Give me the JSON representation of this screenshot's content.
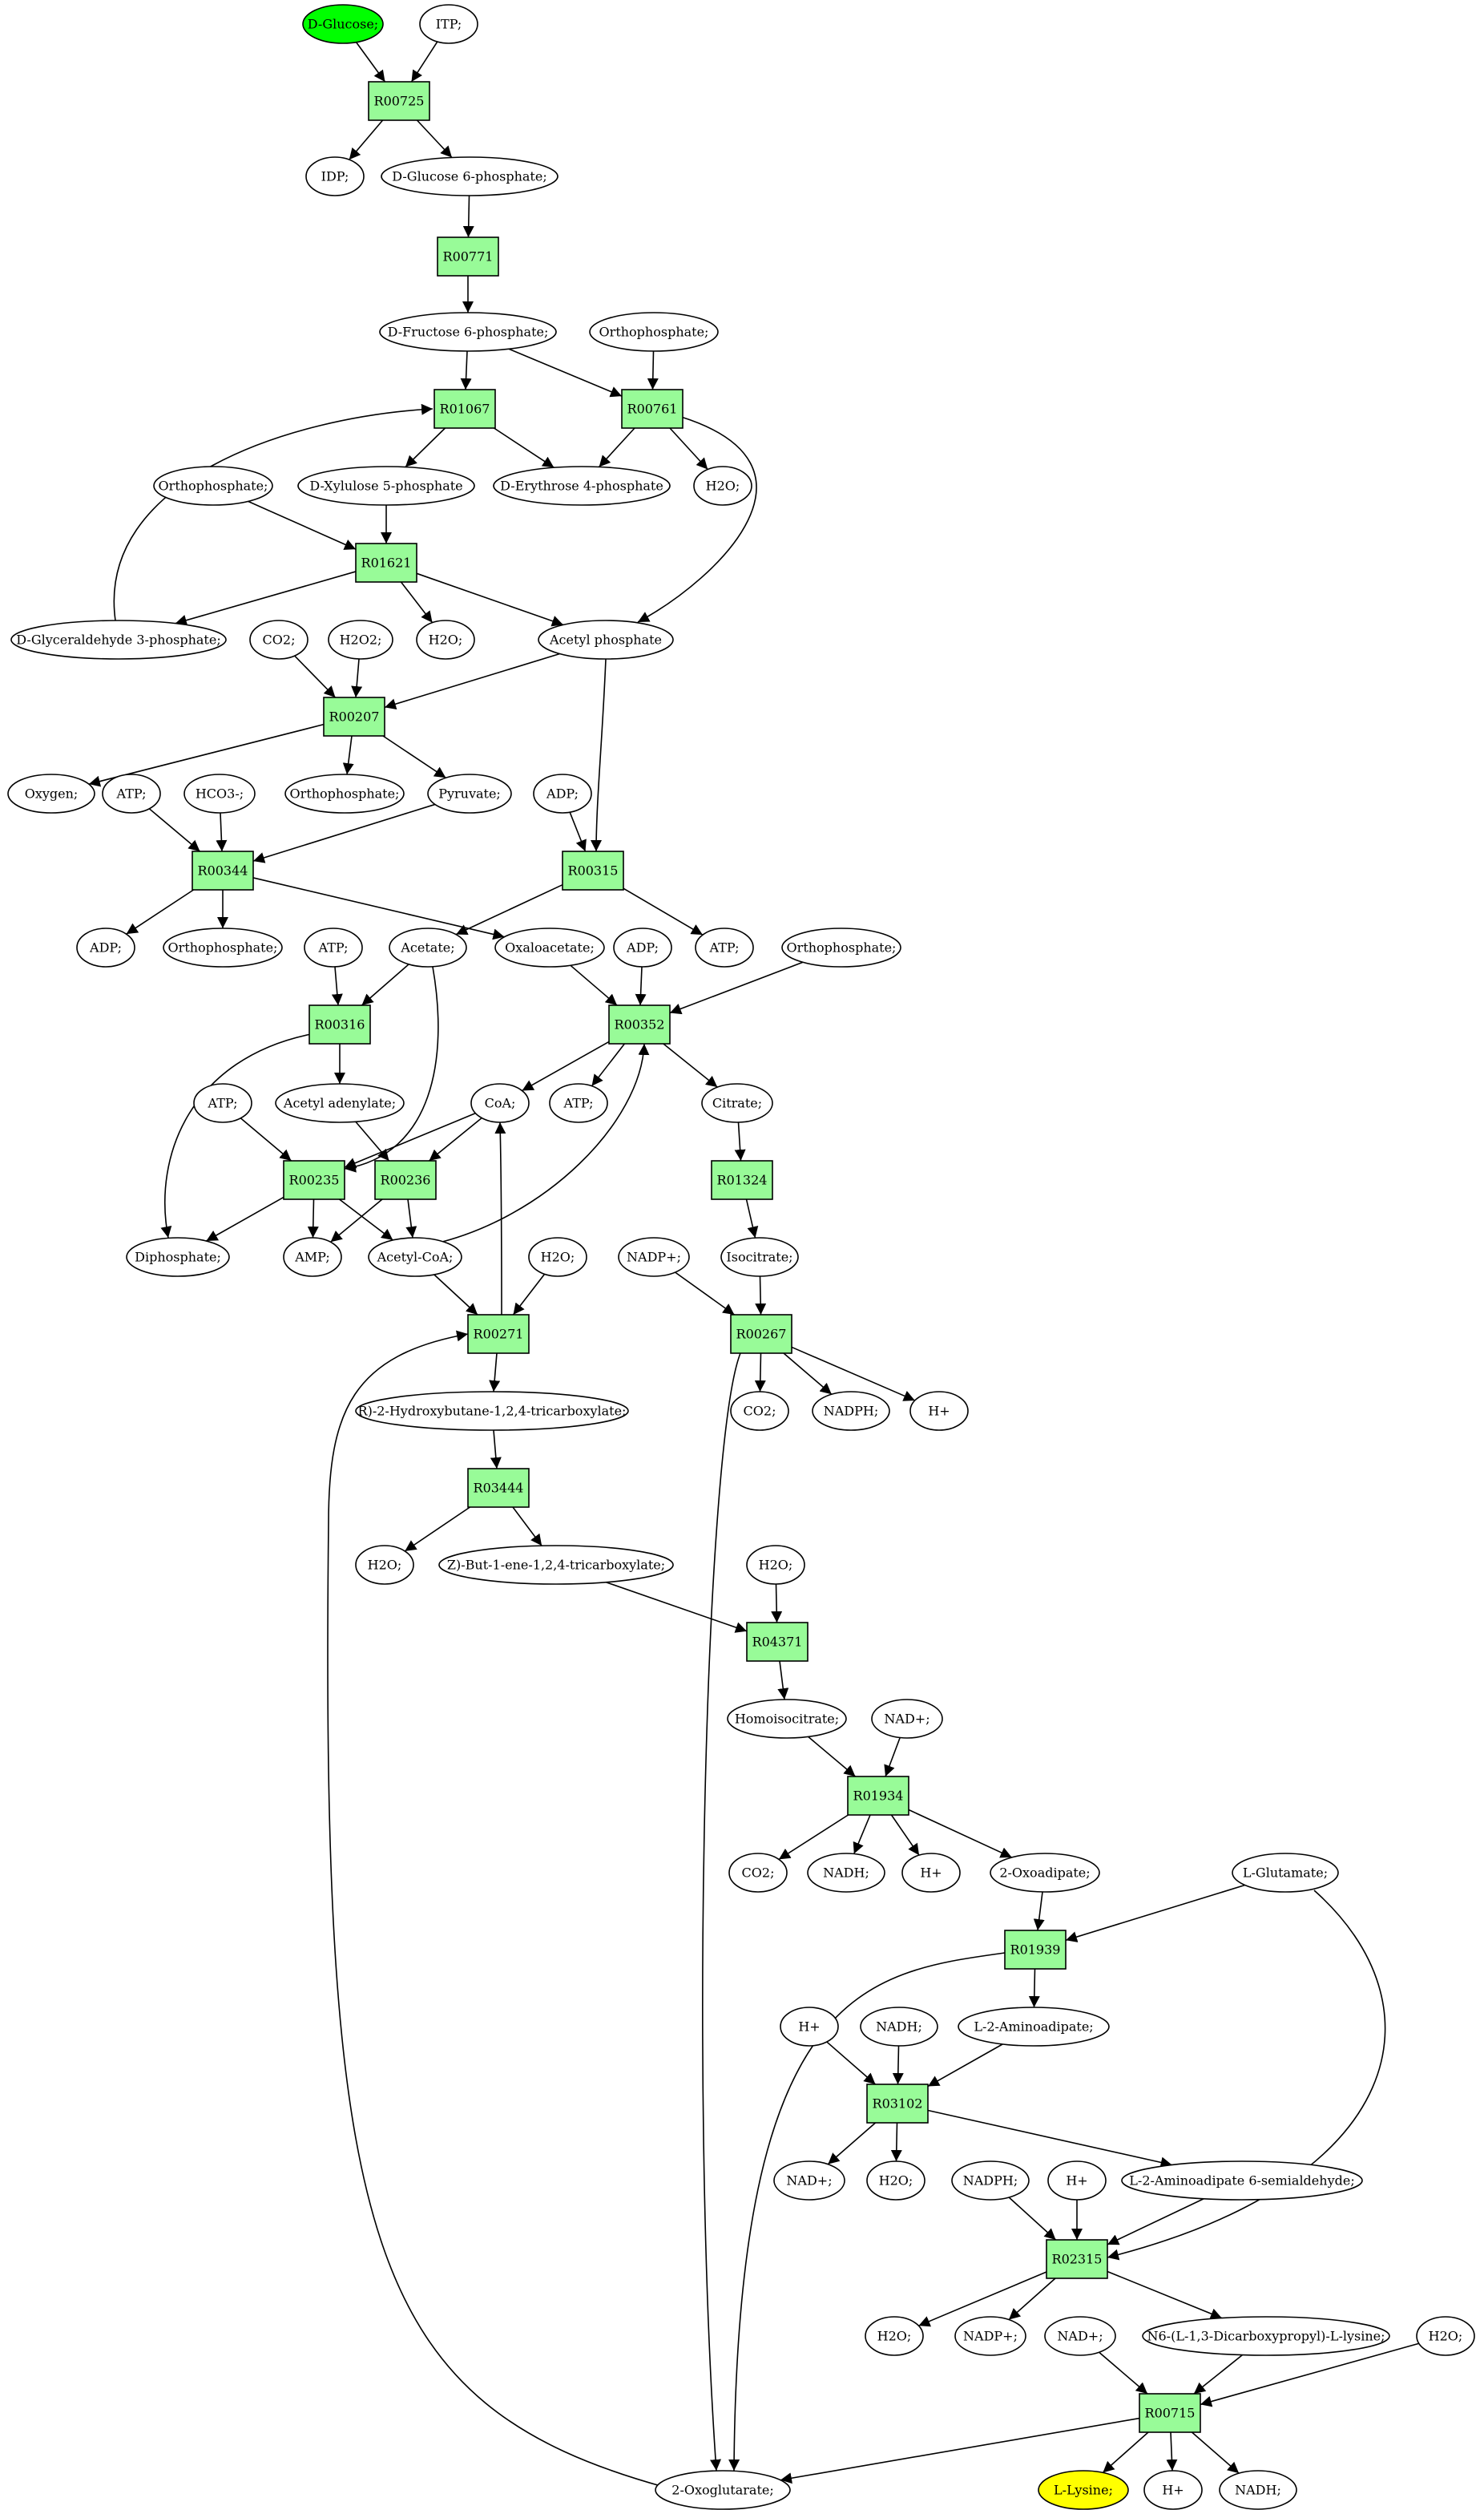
{
  "colors": {
    "reaction_fill": "#98FB98",
    "start_fill": "#00FF00",
    "end_fill": "#FFFF00",
    "node_stroke": "#000000",
    "edge": "#000000",
    "background": "#FFFFFF"
  },
  "nodes": [
    {
      "id": "m1",
      "label": "D-Glucose;",
      "kind": "start"
    },
    {
      "id": "m2",
      "label": "ITP;"
    },
    {
      "id": "r1",
      "label": "R00725",
      "kind": "reaction"
    },
    {
      "id": "m3",
      "label": "IDP;"
    },
    {
      "id": "m4",
      "label": "D-Glucose 6-phosphate;"
    },
    {
      "id": "r2",
      "label": "R00771",
      "kind": "reaction"
    },
    {
      "id": "m5",
      "label": "D-Fructose 6-phosphate;"
    },
    {
      "id": "m6",
      "label": "Orthophosphate;"
    },
    {
      "id": "r3",
      "label": "R01067",
      "kind": "reaction"
    },
    {
      "id": "r4",
      "label": "R00761",
      "kind": "reaction"
    },
    {
      "id": "m7",
      "label": "Orthophosphate;"
    },
    {
      "id": "m8",
      "label": "D-Xylulose 5-phosphate"
    },
    {
      "id": "m9",
      "label": "D-Erythrose 4-phosphate"
    },
    {
      "id": "m10",
      "label": "H2O;"
    },
    {
      "id": "r5",
      "label": "R01621",
      "kind": "reaction"
    },
    {
      "id": "m11",
      "label": "D-Glyceraldehyde 3-phosphate;"
    },
    {
      "id": "m12",
      "label": "CO2;"
    },
    {
      "id": "m13",
      "label": "H2O2;"
    },
    {
      "id": "m14",
      "label": "H2O;"
    },
    {
      "id": "m15",
      "label": "Acetyl phosphate"
    },
    {
      "id": "r6",
      "label": "R00207",
      "kind": "reaction"
    },
    {
      "id": "m16",
      "label": "Oxygen;"
    },
    {
      "id": "m17",
      "label": "ATP;"
    },
    {
      "id": "m18",
      "label": "HCO3-;"
    },
    {
      "id": "m19",
      "label": "Orthophosphate;"
    },
    {
      "id": "m20",
      "label": "Pyruvate;"
    },
    {
      "id": "m21",
      "label": "ADP;"
    },
    {
      "id": "r7",
      "label": "R00344",
      "kind": "reaction"
    },
    {
      "id": "r8",
      "label": "R00315",
      "kind": "reaction"
    },
    {
      "id": "m22",
      "label": "ADP;"
    },
    {
      "id": "m23",
      "label": "Orthophosphate;"
    },
    {
      "id": "m24",
      "label": "ATP;"
    },
    {
      "id": "m25",
      "label": "Acetate;"
    },
    {
      "id": "m26",
      "label": "Oxaloacetate;"
    },
    {
      "id": "m27",
      "label": "ADP;"
    },
    {
      "id": "m28",
      "label": "ATP;"
    },
    {
      "id": "m29",
      "label": "Orthophosphate;"
    },
    {
      "id": "r9",
      "label": "R00316",
      "kind": "reaction"
    },
    {
      "id": "r10",
      "label": "R00352",
      "kind": "reaction"
    },
    {
      "id": "m30",
      "label": "ATP;"
    },
    {
      "id": "m31",
      "label": "Acetyl adenylate;"
    },
    {
      "id": "m32",
      "label": "CoA;"
    },
    {
      "id": "m33",
      "label": "ATP;"
    },
    {
      "id": "m34",
      "label": "Citrate;"
    },
    {
      "id": "r11",
      "label": "R00235",
      "kind": "reaction"
    },
    {
      "id": "r12",
      "label": "R00236",
      "kind": "reaction"
    },
    {
      "id": "r13",
      "label": "R01324",
      "kind": "reaction"
    },
    {
      "id": "m35",
      "label": "Diphosphate;"
    },
    {
      "id": "m36",
      "label": "AMP;"
    },
    {
      "id": "m37",
      "label": "Acetyl-CoA;"
    },
    {
      "id": "m38",
      "label": "H2O;"
    },
    {
      "id": "m39",
      "label": "NADP+;"
    },
    {
      "id": "m40",
      "label": "Isocitrate;"
    },
    {
      "id": "r14",
      "label": "R00271",
      "kind": "reaction"
    },
    {
      "id": "r15",
      "label": "R00267",
      "kind": "reaction"
    },
    {
      "id": "m41",
      "label": "R)-2-Hydroxybutane-1,2,4-tricarboxylate;"
    },
    {
      "id": "m42",
      "label": "CO2;"
    },
    {
      "id": "m43",
      "label": "NADPH;"
    },
    {
      "id": "m44",
      "label": "H+"
    },
    {
      "id": "r16",
      "label": "R03444",
      "kind": "reaction"
    },
    {
      "id": "m45",
      "label": "H2O;"
    },
    {
      "id": "m46",
      "label": "Z)-But-1-ene-1,2,4-tricarboxylate;"
    },
    {
      "id": "m47",
      "label": "H2O;"
    },
    {
      "id": "r17",
      "label": "R04371",
      "kind": "reaction"
    },
    {
      "id": "m48",
      "label": "Homoisocitrate;"
    },
    {
      "id": "m49",
      "label": "NAD+;"
    },
    {
      "id": "r18",
      "label": "R01934",
      "kind": "reaction"
    },
    {
      "id": "m50",
      "label": "CO2;"
    },
    {
      "id": "m51",
      "label": "NADH;"
    },
    {
      "id": "m52",
      "label": "H+"
    },
    {
      "id": "m53",
      "label": "2-Oxoadipate;"
    },
    {
      "id": "m54",
      "label": "L-Glutamate;"
    },
    {
      "id": "r19",
      "label": "R01939",
      "kind": "reaction"
    },
    {
      "id": "m55",
      "label": "H+"
    },
    {
      "id": "m56",
      "label": "NADH;"
    },
    {
      "id": "m57",
      "label": "L-2-Aminoadipate;"
    },
    {
      "id": "r20",
      "label": "R03102",
      "kind": "reaction"
    },
    {
      "id": "m58",
      "label": "NAD+;"
    },
    {
      "id": "m59",
      "label": "H2O;"
    },
    {
      "id": "m60",
      "label": "NADPH;"
    },
    {
      "id": "m61",
      "label": "H+"
    },
    {
      "id": "m62",
      "label": "L-2-Aminoadipate 6-semialdehyde;"
    },
    {
      "id": "r21",
      "label": "R02315",
      "kind": "reaction"
    },
    {
      "id": "m63",
      "label": "H2O;"
    },
    {
      "id": "m64",
      "label": "NADP+;"
    },
    {
      "id": "m65",
      "label": "NAD+;"
    },
    {
      "id": "m66",
      "label": "N6-(L-1,3-Dicarboxypropyl)-L-lysine;"
    },
    {
      "id": "m67",
      "label": "H2O;"
    },
    {
      "id": "r22",
      "label": "R00715",
      "kind": "reaction"
    },
    {
      "id": "m68",
      "label": "2-Oxoglutarate;"
    },
    {
      "id": "m69",
      "label": "L-Lysine;",
      "kind": "end"
    },
    {
      "id": "m70",
      "label": "H+"
    },
    {
      "id": "m71",
      "label": "NADH;"
    }
  ],
  "edges": [
    [
      "m1",
      "r1"
    ],
    [
      "m2",
      "r1"
    ],
    [
      "r1",
      "m3"
    ],
    [
      "r1",
      "m4"
    ],
    [
      "m4",
      "r2"
    ],
    [
      "r2",
      "m5"
    ],
    [
      "m5",
      "r3"
    ],
    [
      "m5",
      "r4"
    ],
    [
      "m6",
      "r4"
    ],
    [
      "r3",
      "m8"
    ],
    [
      "r3",
      "m9"
    ],
    [
      "r4",
      "m9"
    ],
    [
      "r4",
      "m10"
    ],
    [
      "r4",
      "m15"
    ],
    [
      "m11",
      "r3"
    ],
    [
      "m7",
      "r5"
    ],
    [
      "m8",
      "r5"
    ],
    [
      "r5",
      "m11"
    ],
    [
      "r5",
      "m14"
    ],
    [
      "r5",
      "m15"
    ],
    [
      "m12",
      "r6"
    ],
    [
      "m13",
      "r6"
    ],
    [
      "m15",
      "r6"
    ],
    [
      "r6",
      "m16"
    ],
    [
      "r6",
      "m19"
    ],
    [
      "r6",
      "m20"
    ],
    [
      "m17",
      "r7"
    ],
    [
      "m18",
      "r7"
    ],
    [
      "m20",
      "r7"
    ],
    [
      "r7",
      "m22"
    ],
    [
      "r7",
      "m23"
    ],
    [
      "r7",
      "m26"
    ],
    [
      "m21",
      "r8"
    ],
    [
      "m15",
      "r8"
    ],
    [
      "r8",
      "m25"
    ],
    [
      "r8",
      "m24"
    ],
    [
      "m28",
      "r9"
    ],
    [
      "m25",
      "r9"
    ],
    [
      "r9",
      "m31"
    ],
    [
      "r9",
      "m35"
    ],
    [
      "m26",
      "r10"
    ],
    [
      "m27",
      "r10"
    ],
    [
      "m29",
      "r10"
    ],
    [
      "m37",
      "r10"
    ],
    [
      "r10",
      "m32"
    ],
    [
      "r10",
      "m33"
    ],
    [
      "r10",
      "m34"
    ],
    [
      "m30",
      "r11"
    ],
    [
      "m25",
      "r11"
    ],
    [
      "m32",
      "r11"
    ],
    [
      "r11",
      "m35"
    ],
    [
      "r11",
      "m36"
    ],
    [
      "r11",
      "m37"
    ],
    [
      "m31",
      "r12"
    ],
    [
      "m32",
      "r12"
    ],
    [
      "r12",
      "m36"
    ],
    [
      "r12",
      "m37"
    ],
    [
      "m34",
      "r13"
    ],
    [
      "r13",
      "m40"
    ],
    [
      "m37",
      "r14"
    ],
    [
      "m38",
      "r14"
    ],
    [
      "m68",
      "r14"
    ],
    [
      "r14",
      "m32"
    ],
    [
      "r14",
      "m41"
    ],
    [
      "m39",
      "r15"
    ],
    [
      "m40",
      "r15"
    ],
    [
      "r15",
      "m42"
    ],
    [
      "r15",
      "m43"
    ],
    [
      "r15",
      "m44"
    ],
    [
      "r15",
      "m68"
    ],
    [
      "m41",
      "r16"
    ],
    [
      "r16",
      "m45"
    ],
    [
      "r16",
      "m46"
    ],
    [
      "m46",
      "r17"
    ],
    [
      "m47",
      "r17"
    ],
    [
      "r17",
      "m48"
    ],
    [
      "m48",
      "r18"
    ],
    [
      "m49",
      "r18"
    ],
    [
      "r18",
      "m50"
    ],
    [
      "r18",
      "m51"
    ],
    [
      "r18",
      "m52"
    ],
    [
      "r18",
      "m53"
    ],
    [
      "m53",
      "r19"
    ],
    [
      "m54",
      "r19"
    ],
    [
      "r19",
      "m57"
    ],
    [
      "r19",
      "m68"
    ],
    [
      "m55",
      "r20"
    ],
    [
      "m56",
      "r20"
    ],
    [
      "m57",
      "r20"
    ],
    [
      "r20",
      "m58"
    ],
    [
      "r20",
      "m59"
    ],
    [
      "r20",
      "m62"
    ],
    [
      "m60",
      "r21"
    ],
    [
      "m61",
      "r21"
    ],
    [
      "m62",
      "r21"
    ],
    [
      "m54",
      "r21"
    ],
    [
      "r21",
      "m63"
    ],
    [
      "r21",
      "m64"
    ],
    [
      "r21",
      "m66"
    ],
    [
      "m65",
      "r22"
    ],
    [
      "m66",
      "r22"
    ],
    [
      "m67",
      "r22"
    ],
    [
      "r22",
      "m68"
    ],
    [
      "r22",
      "m69"
    ],
    [
      "r22",
      "m70"
    ],
    [
      "r22",
      "m71"
    ]
  ]
}
